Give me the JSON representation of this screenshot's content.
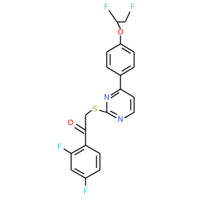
{
  "molecule": {
    "atom_labels": {
      "F_top_left": "F",
      "F_top_right": "F",
      "O_ether": "O",
      "N_upper": "N",
      "N_lower": "N",
      "S_thioether": "S",
      "O_ketone": "O",
      "F_ortho": "F",
      "F_para": "F"
    },
    "colors": {
      "bond": "#000000",
      "fluorine": "#33cccc",
      "oxygen": "#ff0000",
      "nitrogen": "#3050f8",
      "sulfur": "#c8a000"
    }
  }
}
